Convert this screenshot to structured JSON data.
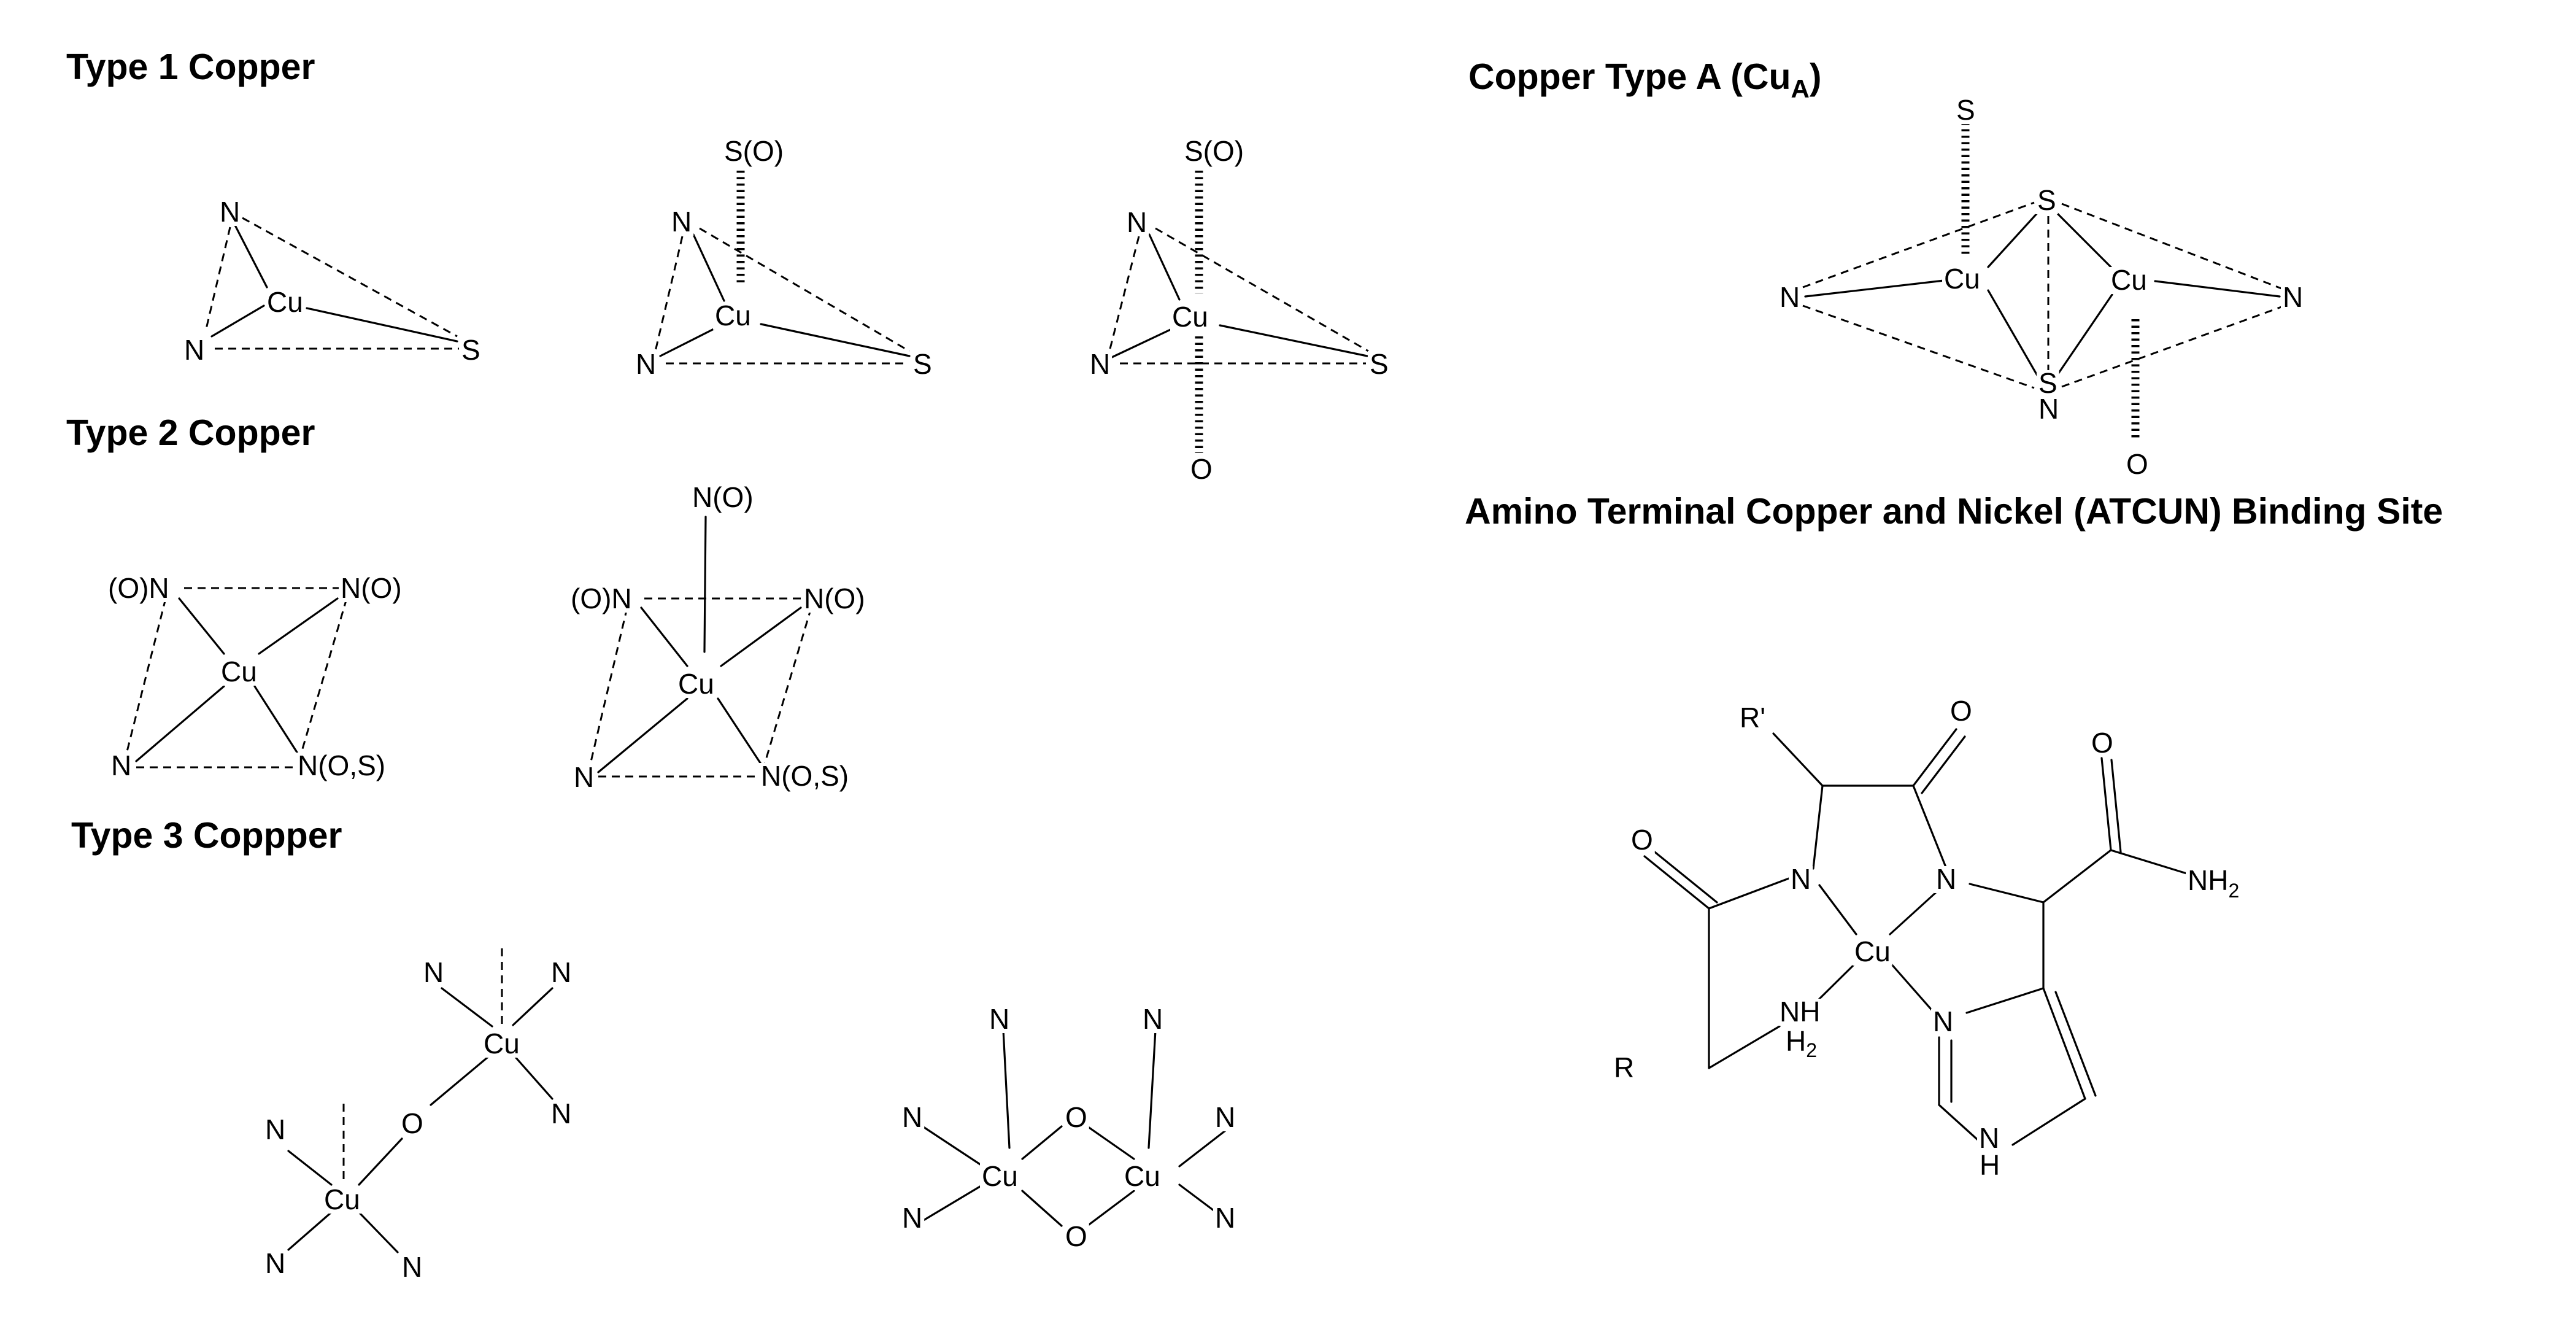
{
  "headings": {
    "type1": "Type 1 Copper",
    "type2": "Type 2 Copper",
    "type3": "Type 3 Coppper",
    "cua": "Copper Type A (Cu",
    "cua_sub": "A",
    "cua_close": ")",
    "atcun": "Amino Terminal Copper and Nickel (ATCUN) Binding Site"
  },
  "labels": {
    "cu": "Cu",
    "n": "N",
    "s": "S",
    "o": "O",
    "so": "S(O)",
    "on_left": "(O)N",
    "no_right": "N(O)",
    "nos": "N(O,S)",
    "no_top": "N(O)",
    "r": "R",
    "r_prime": "R'",
    "nh": "NH",
    "h": "H",
    "two": "2"
  }
}
